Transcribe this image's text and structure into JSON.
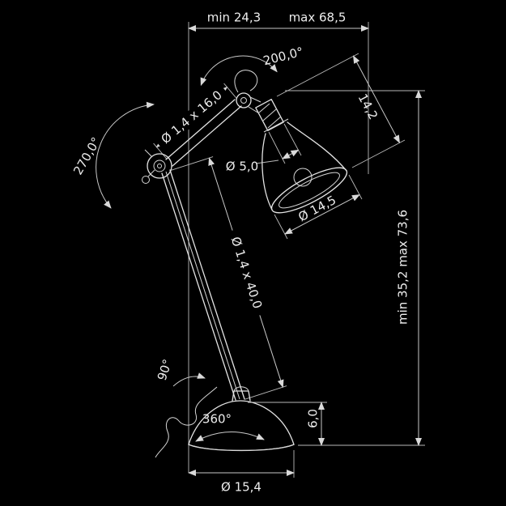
{
  "drawing": {
    "type": "technical dimension drawing",
    "subject": "articulated desk lamp",
    "colors": {
      "background": "#000000",
      "lines": "#c9c9c9",
      "lamp_lines": "#e4e4e4",
      "text": "#ededed"
    }
  },
  "labels": {
    "dim_top_min": "min 24,3",
    "dim_top_max": "max 68,5",
    "angle_head": "200,0°",
    "dim_head_length": "14,2",
    "dim_upper_arm": "Ø 1,4 x 16,0",
    "angle_elbow": "270,0°",
    "dim_socket": "Ø 5,0",
    "dim_shade": "Ø 14,5",
    "dim_lower_arm": "Ø 1,4 x 40,0",
    "dim_height": "min 35,2  max 73,6",
    "angle_base_arm": "90°",
    "angle_base": "360°",
    "dim_base_height": "6,0",
    "dim_base_diameter": "Ø 15,4"
  }
}
